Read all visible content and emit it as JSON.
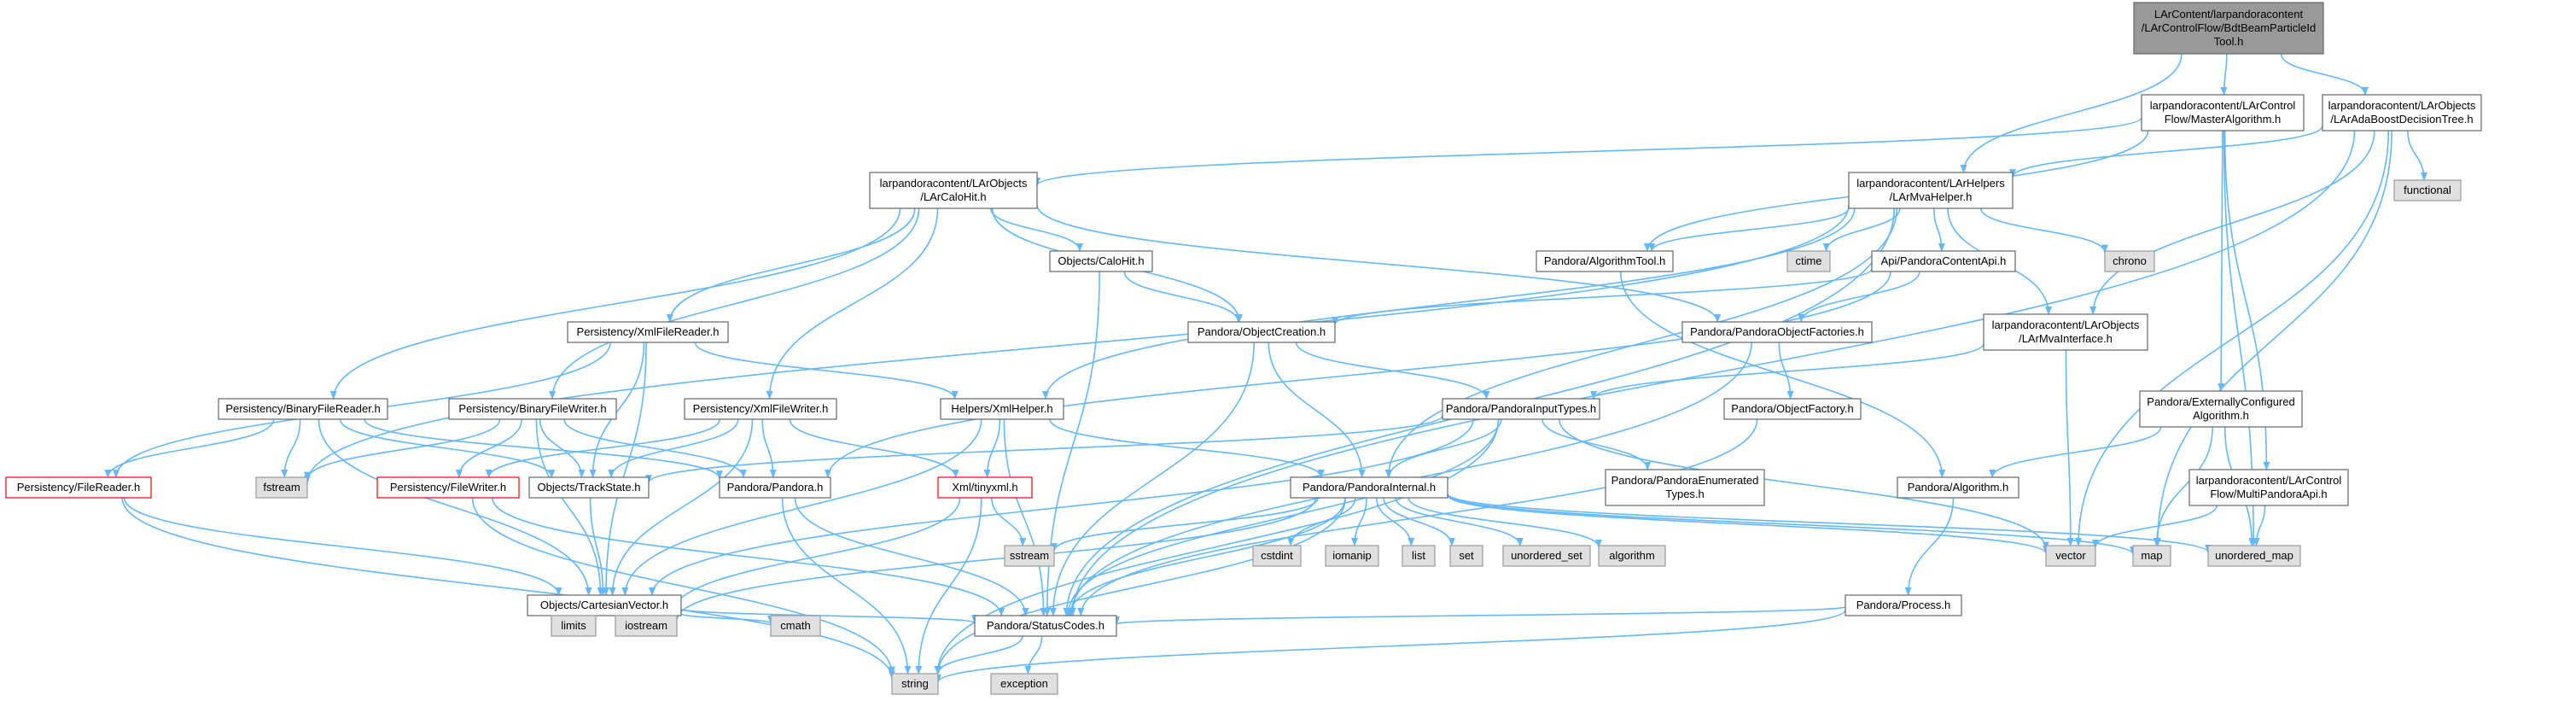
{
  "colors": {
    "edge": "#63b8ff",
    "root_fill": "#999999",
    "missing_fill": "#e0e0e0",
    "error_border": "#ff0000"
  },
  "nodes": [
    {
      "id": "root",
      "type": "root",
      "lines": [
        "LArContent/larpandoracontent",
        "/LArControlFlow/BdtBeamParticleId",
        "Tool.h"
      ]
    },
    {
      "id": "master",
      "type": "normal",
      "lines": [
        "larpandoracontent/LArControl",
        "Flow/MasterAlgorithm.h"
      ]
    },
    {
      "id": "adaboost",
      "type": "normal",
      "lines": [
        "larpandoracontent/LArObjects",
        "/LArAdaBoostDecisionTree.h"
      ]
    },
    {
      "id": "calohit_lar",
      "type": "normal",
      "lines": [
        "larpandoracontent/LArObjects",
        "/LArCaloHit.h"
      ]
    },
    {
      "id": "mvahelper",
      "type": "normal",
      "lines": [
        "larpandoracontent/LArHelpers",
        "/LArMvaHelper.h"
      ]
    },
    {
      "id": "functional",
      "type": "missing",
      "lines": [
        "functional"
      ]
    },
    {
      "id": "caloHit",
      "type": "normal",
      "lines": [
        "Objects/CaloHit.h"
      ]
    },
    {
      "id": "algtool",
      "type": "normal",
      "lines": [
        "Pandora/AlgorithmTool.h"
      ]
    },
    {
      "id": "ctime",
      "type": "missing",
      "lines": [
        "ctime"
      ]
    },
    {
      "id": "contentapi",
      "type": "normal",
      "lines": [
        "Api/PandoraContentApi.h"
      ]
    },
    {
      "id": "chrono",
      "type": "missing",
      "lines": [
        "chrono"
      ]
    },
    {
      "id": "xmlreader",
      "type": "normal",
      "lines": [
        "Persistency/XmlFileReader.h"
      ]
    },
    {
      "id": "objcreation",
      "type": "normal",
      "lines": [
        "Pandora/ObjectCreation.h"
      ]
    },
    {
      "id": "objfactories",
      "type": "normal",
      "lines": [
        "Pandora/PandoraObjectFactories.h"
      ]
    },
    {
      "id": "mvainterface",
      "type": "normal",
      "lines": [
        "larpandoracontent/LArObjects",
        "/LArMvaInterface.h"
      ]
    },
    {
      "id": "binreader",
      "type": "normal",
      "lines": [
        "Persistency/BinaryFileReader.h"
      ]
    },
    {
      "id": "binwriter",
      "type": "normal",
      "lines": [
        "Persistency/BinaryFileWriter.h"
      ]
    },
    {
      "id": "xmlwriter",
      "type": "normal",
      "lines": [
        "Persistency/XmlFileWriter.h"
      ]
    },
    {
      "id": "xmlhelper",
      "type": "normal",
      "lines": [
        "Helpers/XmlHelper.h"
      ]
    },
    {
      "id": "inputtypes",
      "type": "normal",
      "lines": [
        "Pandora/PandoraInputTypes.h"
      ]
    },
    {
      "id": "objfactory",
      "type": "normal",
      "lines": [
        "Pandora/ObjectFactory.h"
      ]
    },
    {
      "id": "extconfig",
      "type": "normal",
      "lines": [
        "Pandora/ExternallyConfigured",
        "Algorithm.h"
      ]
    },
    {
      "id": "filereader",
      "type": "error",
      "lines": [
        "Persistency/FileReader.h"
      ]
    },
    {
      "id": "fstream",
      "type": "missing",
      "lines": [
        "fstream"
      ]
    },
    {
      "id": "filewriter",
      "type": "error",
      "lines": [
        "Persistency/FileWriter.h"
      ]
    },
    {
      "id": "trackstate",
      "type": "normal",
      "lines": [
        "Objects/TrackState.h"
      ]
    },
    {
      "id": "pandora",
      "type": "normal",
      "lines": [
        "Pandora/Pandora.h"
      ]
    },
    {
      "id": "tinyxml",
      "type": "error",
      "lines": [
        "Xml/tinyxml.h"
      ]
    },
    {
      "id": "internal",
      "type": "normal",
      "lines": [
        "Pandora/PandoraInternal.h"
      ]
    },
    {
      "id": "enumtypes",
      "type": "normal",
      "lines": [
        "Pandora/PandoraEnumerated",
        "Types.h"
      ]
    },
    {
      "id": "algorithm_h",
      "type": "normal",
      "lines": [
        "Pandora/Algorithm.h"
      ]
    },
    {
      "id": "multiapi",
      "type": "normal",
      "lines": [
        "larpandoracontent/LArControl",
        "Flow/MultiPandoraApi.h"
      ]
    },
    {
      "id": "sstream",
      "type": "missing",
      "lines": [
        "sstream"
      ]
    },
    {
      "id": "cstdint",
      "type": "missing",
      "lines": [
        "cstdint"
      ]
    },
    {
      "id": "iomanip",
      "type": "missing",
      "lines": [
        "iomanip"
      ]
    },
    {
      "id": "list",
      "type": "missing",
      "lines": [
        "list"
      ]
    },
    {
      "id": "set",
      "type": "missing",
      "lines": [
        "set"
      ]
    },
    {
      "id": "unordered_set",
      "type": "missing",
      "lines": [
        "unordered_set"
      ]
    },
    {
      "id": "algorithm",
      "type": "missing",
      "lines": [
        "algorithm"
      ]
    },
    {
      "id": "vector",
      "type": "missing",
      "lines": [
        "vector"
      ]
    },
    {
      "id": "map",
      "type": "missing",
      "lines": [
        "map"
      ]
    },
    {
      "id": "unordered_map",
      "type": "missing",
      "lines": [
        "unordered_map"
      ]
    },
    {
      "id": "cartvec",
      "type": "normal",
      "lines": [
        "Objects/CartesianVector.h"
      ]
    },
    {
      "id": "process",
      "type": "normal",
      "lines": [
        "Pandora/Process.h"
      ]
    },
    {
      "id": "limits",
      "type": "missing",
      "lines": [
        "limits"
      ]
    },
    {
      "id": "iostream",
      "type": "missing",
      "lines": [
        "iostream"
      ]
    },
    {
      "id": "cmath",
      "type": "missing",
      "lines": [
        "cmath"
      ]
    },
    {
      "id": "statuscodes",
      "type": "normal",
      "lines": [
        "Pandora/StatusCodes.h"
      ]
    },
    {
      "id": "string",
      "type": "missing",
      "lines": [
        "string"
      ]
    },
    {
      "id": "exception",
      "type": "missing",
      "lines": [
        "exception"
      ]
    }
  ],
  "edges": [
    [
      "root",
      "master"
    ],
    [
      "root",
      "adaboost"
    ],
    [
      "root",
      "mvahelper"
    ],
    [
      "master",
      "calohit_lar"
    ],
    [
      "master",
      "algtool"
    ],
    [
      "master",
      "extconfig"
    ],
    [
      "master",
      "multiapi"
    ],
    [
      "master",
      "unordered_map"
    ],
    [
      "adaboost",
      "mvahelper"
    ],
    [
      "adaboost",
      "mvainterface"
    ],
    [
      "adaboost",
      "functional"
    ],
    [
      "adaboost",
      "map"
    ],
    [
      "adaboost",
      "vector"
    ],
    [
      "adaboost",
      "statuscodes"
    ],
    [
      "calohit_lar",
      "caloHit"
    ],
    [
      "calohit_lar",
      "objcreation"
    ],
    [
      "calohit_lar",
      "objfactories"
    ],
    [
      "calohit_lar",
      "xmlreader"
    ],
    [
      "calohit_lar",
      "binreader"
    ],
    [
      "calohit_lar",
      "binwriter"
    ],
    [
      "calohit_lar",
      "xmlwriter"
    ],
    [
      "mvahelper",
      "xmlhelper"
    ],
    [
      "mvahelper",
      "algtool"
    ],
    [
      "mvahelper",
      "ctime"
    ],
    [
      "mvahelper",
      "contentapi"
    ],
    [
      "mvahelper",
      "chrono"
    ],
    [
      "mvahelper",
      "mvainterface"
    ],
    [
      "mvahelper",
      "internal"
    ],
    [
      "mvahelper",
      "fstream"
    ],
    [
      "mvahelper",
      "statuscodes"
    ],
    [
      "caloHit",
      "objcreation"
    ],
    [
      "caloHit",
      "statuscodes"
    ],
    [
      "algtool",
      "algorithm_h"
    ],
    [
      "contentapi",
      "objcreation"
    ],
    [
      "contentapi",
      "objfactories"
    ],
    [
      "contentapi",
      "pandora"
    ],
    [
      "xmlreader",
      "filereader"
    ],
    [
      "xmlreader",
      "trackstate"
    ],
    [
      "xmlreader",
      "xmlhelper"
    ],
    [
      "xmlreader",
      "cartvec"
    ],
    [
      "objcreation",
      "inputtypes"
    ],
    [
      "objcreation",
      "internal"
    ],
    [
      "objcreation",
      "statuscodes"
    ],
    [
      "objfactories",
      "objfactory"
    ],
    [
      "objfactories",
      "statuscodes"
    ],
    [
      "mvainterface",
      "inputtypes"
    ],
    [
      "mvainterface",
      "vector"
    ],
    [
      "binreader",
      "filereader"
    ],
    [
      "binreader",
      "fstream"
    ],
    [
      "binreader",
      "trackstate"
    ],
    [
      "binreader",
      "pandora"
    ],
    [
      "binreader",
      "cartvec"
    ],
    [
      "binwriter",
      "filewriter"
    ],
    [
      "binwriter",
      "fstream"
    ],
    [
      "binwriter",
      "trackstate"
    ],
    [
      "binwriter",
      "pandora"
    ],
    [
      "binwriter",
      "cartvec"
    ],
    [
      "xmlwriter",
      "filewriter"
    ],
    [
      "xmlwriter",
      "tinyxml"
    ],
    [
      "xmlwriter",
      "trackstate"
    ],
    [
      "xmlwriter",
      "pandora"
    ],
    [
      "xmlwriter",
      "cartvec"
    ],
    [
      "xmlhelper",
      "tinyxml"
    ],
    [
      "xmlhelper",
      "internal"
    ],
    [
      "xmlhelper",
      "statuscodes"
    ],
    [
      "xmlhelper",
      "cartvec"
    ],
    [
      "inputtypes",
      "enumtypes"
    ],
    [
      "inputtypes",
      "internal"
    ],
    [
      "inputtypes",
      "trackstate"
    ],
    [
      "inputtypes",
      "cartvec"
    ],
    [
      "inputtypes",
      "statuscodes"
    ],
    [
      "inputtypes",
      "string"
    ],
    [
      "inputtypes",
      "vector"
    ],
    [
      "objfactory",
      "statuscodes"
    ],
    [
      "extconfig",
      "algorithm_h"
    ],
    [
      "extconfig",
      "map"
    ],
    [
      "extconfig",
      "unordered_map"
    ],
    [
      "filereader",
      "cartvec"
    ],
    [
      "filereader",
      "string"
    ],
    [
      "filewriter",
      "statuscodes"
    ],
    [
      "filewriter",
      "string"
    ],
    [
      "trackstate",
      "cartvec"
    ],
    [
      "pandora",
      "statuscodes"
    ],
    [
      "pandora",
      "string"
    ],
    [
      "tinyxml",
      "sstream"
    ],
    [
      "tinyxml",
      "string"
    ],
    [
      "tinyxml",
      "iostream"
    ],
    [
      "internal",
      "sstream"
    ],
    [
      "internal",
      "cstdint"
    ],
    [
      "internal",
      "iomanip"
    ],
    [
      "internal",
      "list"
    ],
    [
      "internal",
      "set"
    ],
    [
      "internal",
      "unordered_set"
    ],
    [
      "internal",
      "algorithm"
    ],
    [
      "internal",
      "vector"
    ],
    [
      "internal",
      "map"
    ],
    [
      "internal",
      "unordered_map"
    ],
    [
      "internal",
      "statuscodes"
    ],
    [
      "internal",
      "string"
    ],
    [
      "internal",
      "iostream"
    ],
    [
      "algorithm_h",
      "process"
    ],
    [
      "multiapi",
      "vector"
    ],
    [
      "multiapi",
      "unordered_map"
    ],
    [
      "cartvec",
      "limits"
    ],
    [
      "cartvec",
      "iostream"
    ],
    [
      "cartvec",
      "cmath"
    ],
    [
      "cartvec",
      "statuscodes"
    ],
    [
      "process",
      "statuscodes"
    ],
    [
      "process",
      "string"
    ],
    [
      "statuscodes",
      "string"
    ],
    [
      "statuscodes",
      "exception"
    ]
  ]
}
